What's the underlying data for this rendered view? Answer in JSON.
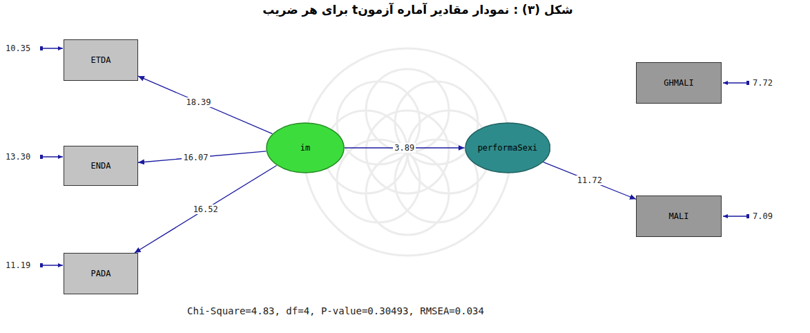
{
  "diagram": {
    "title": "شکل (۳) : نمودار مقادیر آماره آزمونt برای هر ضریب",
    "caption": "Chi-Square=4.83, df=4, P-value=0.30493, RMSEA=0.034",
    "nodes": [
      {
        "text": [
          "ETDA"
        ]
      },
      {
        "text": [
          "ENDA"
        ]
      },
      {
        "text": [
          "PADA"
        ]
      },
      {
        "text": [
          "im"
        ]
      },
      {
        "text": [
          "performaSexi"
        ]
      },
      {
        "text": [
          "GHMALI"
        ]
      },
      {
        "text": [
          "MALI"
        ]
      }
    ],
    "edges": [
      {
        "from": 3,
        "to": 0,
        "arrow": "to",
        "label": "18.39"
      },
      {
        "from": 3,
        "to": 1,
        "arrow": "to",
        "label": "16.07"
      },
      {
        "from": 3,
        "to": 2,
        "arrow": "to",
        "label": "16.52"
      },
      {
        "from": 3,
        "to": 4,
        "arrow": "to",
        "label": "3.89"
      },
      {
        "from": 4,
        "to": 6,
        "arrow": "to",
        "label": "11.72"
      }
    ],
    "labels": [
      "10.35",
      "13.30",
      "11.19",
      "7.72",
      "7.09"
    ]
  }
}
